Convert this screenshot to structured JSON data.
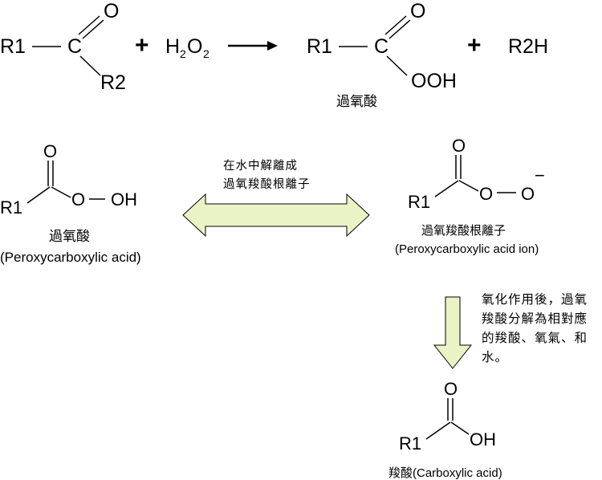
{
  "equation": {
    "reactant_r1": "R1",
    "reactant_c": "C",
    "reactant_o": "O",
    "reactant_r2": "R2",
    "plus1": "+",
    "h2o2": "H",
    "h2o2_sub1": "2",
    "h2o2_o": "O",
    "h2o2_sub2": "2",
    "product_r1": "R1",
    "product_c": "C",
    "product_o": "O",
    "product_ooh": "OOH",
    "product_name": "過氧酸",
    "plus2": "+",
    "byproduct": "R2H"
  },
  "peroxyacid": {
    "r1": "R1",
    "o_double": "O",
    "o_single": "O",
    "oh": "OH",
    "name_zh": "過氧酸",
    "name_en": "(Peroxycarboxylic acid)"
  },
  "equilibrium_label": "在水中解離成\n過氧羧酸根離子",
  "peroxyacid_ion": {
    "r1": "R1",
    "o_double": "O",
    "o_mid": "O",
    "o_end": "O",
    "charge": "−",
    "name_zh": "過氧羧酸根離子",
    "name_en": "(Peroxycarboxylic acid ion)"
  },
  "oxidation_note": "氧化作用後，過氧\n羧酸分解為相對應\n的羧酸、氧氣、和\n水。",
  "carboxylic_acid": {
    "r1": "R1",
    "o_double": "O",
    "oh": "OH",
    "name": "羧酸(Carboxylic acid)"
  },
  "colors": {
    "arrow_fill": "#e9f3c5",
    "arrow_stroke": "#000000"
  }
}
